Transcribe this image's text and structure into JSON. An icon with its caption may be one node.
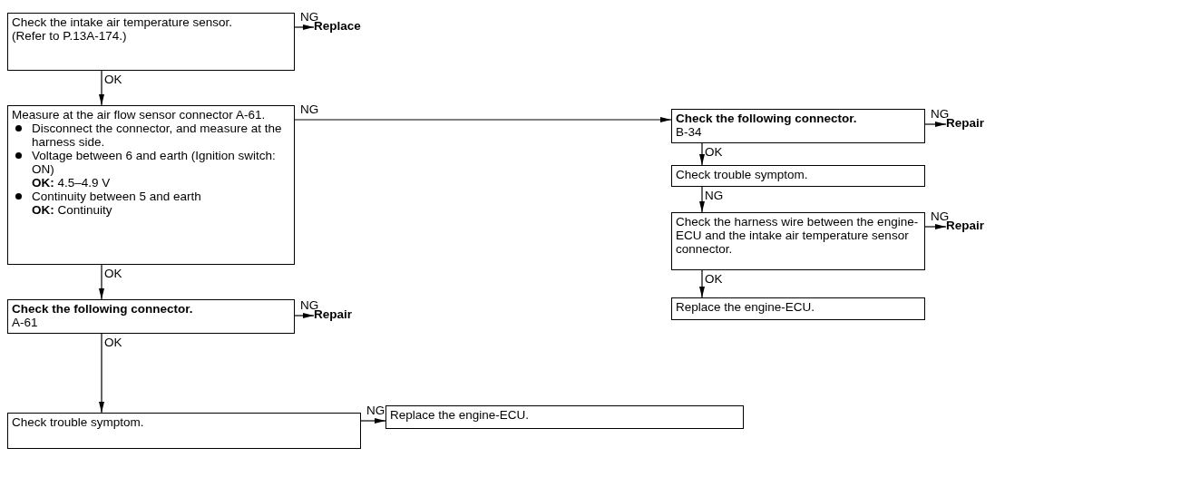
{
  "diagram": {
    "nodes": [
      {
        "text": [
          "Check the intake air temperature sensor.",
          "(Refer to P.13A-174.)"
        ]
      },
      {
        "text": [
          "Replace"
        ]
      },
      {
        "text": [
          "Measure at the air flow sensor connector A-61.",
          "Disconnect the connector, and measure at the harness side.",
          "Voltage between 6 and earth (Ignition switch: ON)",
          "**OK:** 4.5–4.9 V",
          "Continuity between 5 and earth",
          "**OK:** Continuity"
        ]
      },
      {
        "text": [
          "Check the following connector.",
          "A-61"
        ]
      },
      {
        "text": [
          "Repair"
        ]
      },
      {
        "text": [
          "Check trouble symptom."
        ]
      },
      {
        "text": [
          "Replace the engine-ECU."
        ]
      },
      {
        "text": [
          "Check the following connector.",
          "B-34"
        ]
      },
      {
        "text": [
          "Repair"
        ]
      },
      {
        "text": [
          "Check trouble symptom."
        ]
      },
      {
        "text": [
          "Check the harness wire between the engine-ECU and the intake air temperature sensor connector."
        ]
      },
      {
        "text": [
          "Repair"
        ]
      },
      {
        "text": [
          "Replace the engine-ECU."
        ]
      }
    ],
    "edges": [
      {
        "from": 0,
        "to": 1,
        "arrow": "to",
        "label": "NG"
      },
      {
        "from": 0,
        "to": 2,
        "arrow": "to",
        "label": "OK"
      },
      {
        "from": 2,
        "to": 7,
        "arrow": "to",
        "label": "NG"
      },
      {
        "from": 2,
        "to": 3,
        "arrow": "to",
        "label": "OK"
      },
      {
        "from": 3,
        "to": 4,
        "arrow": "to",
        "label": "NG"
      },
      {
        "from": 3,
        "to": 5,
        "arrow": "to",
        "label": "OK"
      },
      {
        "from": 5,
        "to": 6,
        "arrow": "to",
        "label": "NG"
      },
      {
        "from": 7,
        "to": 8,
        "arrow": "to",
        "label": "NG"
      },
      {
        "from": 7,
        "to": 9,
        "arrow": "to",
        "label": "OK"
      },
      {
        "from": 9,
        "to": 10,
        "arrow": "to",
        "label": "NG"
      },
      {
        "from": 10,
        "to": 11,
        "arrow": "to",
        "label": "NG"
      },
      {
        "from": 10,
        "to": 12,
        "arrow": "to",
        "label": "OK"
      }
    ]
  }
}
